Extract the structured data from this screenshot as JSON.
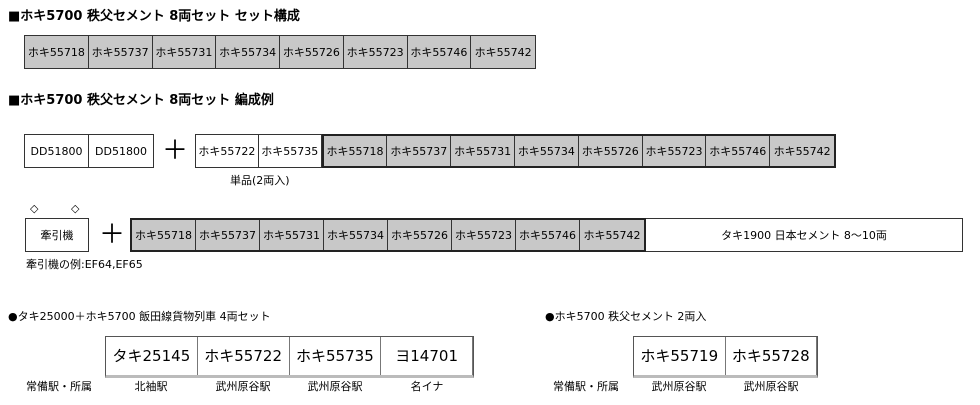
{
  "set_heading": "■ホキ5700 秩父セメント 8両セット セット構成",
  "set_cars": [
    "ホキ55718",
    "ホキ55737",
    "ホキ55731",
    "ホキ55734",
    "ホキ55726",
    "ホキ55723",
    "ホキ55746",
    "ホキ55742"
  ],
  "formation_heading": "■ホキ5700 秩父セメント 8両セット 編成例",
  "example1": {
    "locos": [
      [
        "DD51",
        "800"
      ],
      [
        "DD51",
        "800"
      ]
    ],
    "plus": "＋",
    "single_cars": [
      "ホキ55722",
      "ホキ55735"
    ],
    "single_note": "単品(2両入)"
  },
  "example2": {
    "marks": [
      "◇",
      "◇"
    ],
    "loco": "牽引機",
    "plus": "＋",
    "extra": "タキ1900 日本セメント 8～10両",
    "note": "牽引機の例:EF64,EF65"
  },
  "set4": {
    "title": "●タキ25000＋ホキ5700 飯田線貨物列車 4両セット",
    "row_label": "常備駅・所属",
    "cars": [
      {
        "name": "タキ25145",
        "station": "北袖駅"
      },
      {
        "name": "ホキ55722",
        "station": "武州原谷駅"
      },
      {
        "name": "ホキ55735",
        "station": "武州原谷駅"
      },
      {
        "name": "ヨ14701",
        "station": "名イナ"
      }
    ]
  },
  "set2": {
    "title": "●ホキ5700 秩父セメント 2両入",
    "row_label": "常備駅・所属",
    "cars": [
      {
        "name": "ホキ55719",
        "station": "武州原谷駅"
      },
      {
        "name": "ホキ55728",
        "station": "武州原谷駅"
      }
    ]
  }
}
